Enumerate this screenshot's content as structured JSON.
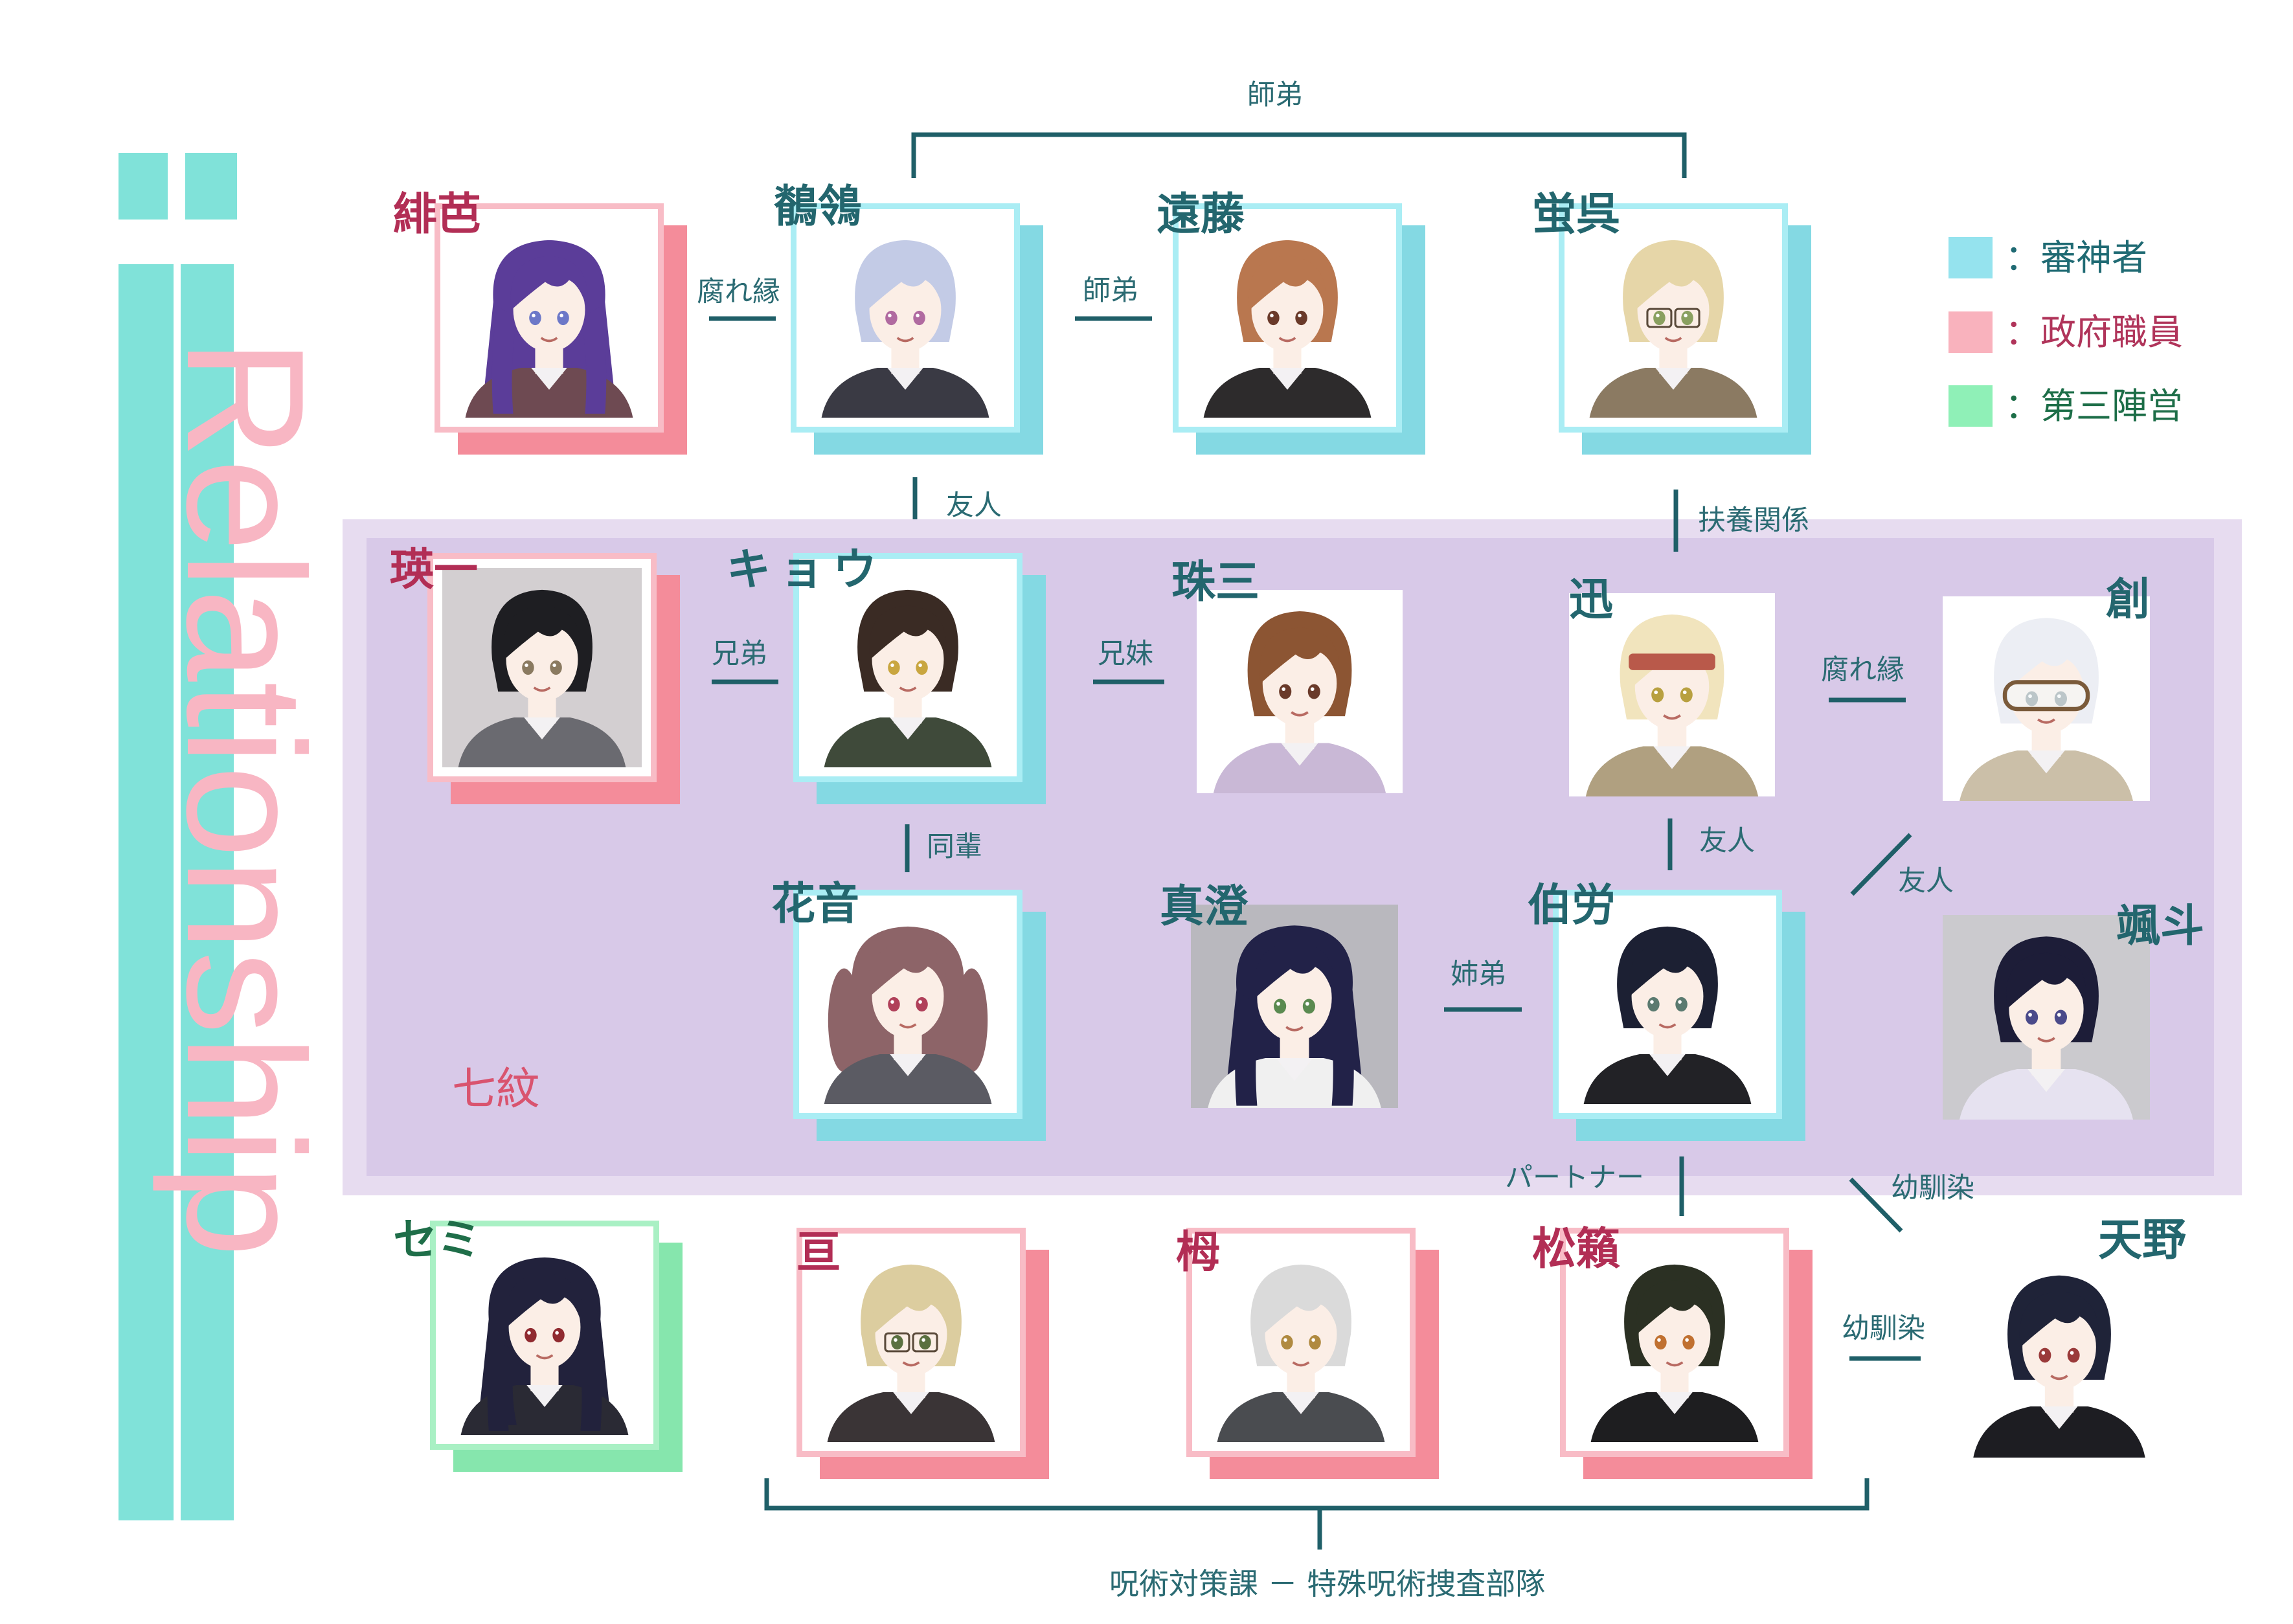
{
  "title": "Relationship",
  "palette": {
    "accent_bar": "#80e2d9",
    "title_pink": "#f8b6c3",
    "area_outer": "#e7dcf0",
    "area_inner": "#d8c9e8",
    "area_label": "#d9546f",
    "line": "#1f5f68",
    "label": "#2b6b73",
    "teal_back": "#84d9e3",
    "teal_edge": "#aaedf4",
    "pink_back": "#f48c9a",
    "pink_edge": "#f8bcc6",
    "green_back": "#86e6ad",
    "green_edge": "#a9f0c4",
    "teal_name": "#23666e",
    "pink_name": "#b22e55",
    "green_name": "#1f6e49"
  },
  "legend": {
    "items": [
      {
        "label": "：審神者",
        "color": "#95e3ee",
        "text_color": "#1f6a73"
      },
      {
        "label": "：政府職員",
        "color": "#f9b2bd",
        "text_color": "#b0345a"
      },
      {
        "label": "：第三陣営",
        "color": "#8ff0b7",
        "text_color": "#1d6e48"
      }
    ]
  },
  "faction_area": {
    "label": "七紋"
  },
  "top_bracket": {
    "label": "師弟"
  },
  "bottom_bracket": {
    "label": "呪術対策課 － 特殊呪術捜査部隊"
  },
  "characters": [
    {
      "name": "緋芭",
      "portrait": {
        "icon": "long-hair-avatar-icon",
        "hair": "#5b3d99",
        "outfit": "#6e4a52",
        "eye": "#6c78c8",
        "bg": "#ffffff"
      }
    },
    {
      "name": "鶺鴒",
      "portrait": {
        "icon": "short-hair-avatar-icon",
        "hair": "#c3cbe6",
        "outfit": "#3a3a44",
        "eye": "#b06aa0",
        "bg": "#ffffff"
      }
    },
    {
      "name": "遠藤",
      "portrait": {
        "icon": "short-hair-avatar-icon",
        "hair": "#b9774f",
        "outfit": "#2d2b2c",
        "eye": "#6a3a2a",
        "bg": "#ffffff"
      }
    },
    {
      "name": "蛍呉",
      "portrait": {
        "icon": "glasses-avatar-icon",
        "hair": "#e6d6a8",
        "outfit": "#8b7a62",
        "eye": "#8aa060",
        "bg": "#ffffff"
      }
    },
    {
      "name": "瑛一",
      "portrait": {
        "icon": "short-hair-avatar-icon",
        "hair": "#1e1e22",
        "outfit": "#6a6a70",
        "eye": "#8a7a60",
        "bg": "#d3cfd1"
      }
    },
    {
      "name": "キョウ",
      "portrait": {
        "icon": "short-hair-avatar-icon",
        "hair": "#3a2b24",
        "outfit": "#3f4a3a",
        "eye": "#c9a640",
        "bg": "#ffffff"
      }
    },
    {
      "name": "珠三",
      "portrait": {
        "icon": "short-hair-avatar-icon",
        "hair": "#8c5533",
        "outfit": "#c9b8d6",
        "eye": "#6a3a2a",
        "bg": "#ffffff"
      }
    },
    {
      "name": "迅",
      "portrait": {
        "icon": "headband-avatar-icon",
        "hair": "#f1e4bd",
        "outfit": "#b0a080",
        "eye": "#b8a040",
        "bg": "#ffffff",
        "accent": "#b9594a"
      }
    },
    {
      "name": "創",
      "portrait": {
        "icon": "goggles-avatar-icon",
        "hair": "#eceef4",
        "outfit": "#cbbfa8",
        "eye": "#6a7a80",
        "bg": "#ffffff",
        "accent": "#7a5a3a"
      }
    },
    {
      "name": "花音",
      "portrait": {
        "icon": "twin-tails-avatar-icon",
        "hair": "#8d6468",
        "outfit": "#5b5b63",
        "eye": "#b0405a",
        "bg": "#ffffff"
      }
    },
    {
      "name": "真澄",
      "portrait": {
        "icon": "long-hair-avatar-icon",
        "hair": "#222248",
        "outfit": "#f0f0f0",
        "eye": "#5a8a50",
        "bg": "#b9b8be"
      }
    },
    {
      "name": "伯労",
      "portrait": {
        "icon": "short-hair-avatar-icon",
        "hair": "#1c2033",
        "outfit": "#222226",
        "eye": "#5a7a70",
        "bg": "#ffffff"
      }
    },
    {
      "name": "颯斗",
      "portrait": {
        "icon": "short-hair-avatar-icon",
        "hair": "#1d1d38",
        "outfit": "#e6e2f0",
        "eye": "#4a4a8a",
        "bg": "#cbcace"
      }
    },
    {
      "name": "セミ",
      "portrait": {
        "icon": "braid-avatar-icon",
        "hair": "#22223c",
        "outfit": "#2a2a34",
        "eye": "#902a30",
        "bg": "#ffffff"
      }
    },
    {
      "name": "亘",
      "portrait": {
        "icon": "glasses-avatar-icon",
        "hair": "#dccd9f",
        "outfit": "#3a3436",
        "eye": "#5a7040",
        "bg": "#ffffff"
      }
    },
    {
      "name": "栂",
      "portrait": {
        "icon": "short-hair-avatar-icon",
        "hair": "#dadada",
        "outfit": "#4a4c50",
        "eye": "#b08a40",
        "bg": "#ffffff"
      }
    },
    {
      "name": "松籟",
      "portrait": {
        "icon": "short-hair-avatar-icon",
        "hair": "#2b3023",
        "outfit": "#1e1e20",
        "eye": "#c07030",
        "bg": "#ffffff"
      }
    },
    {
      "name": "天野",
      "portrait": {
        "icon": "short-hair-avatar-icon",
        "hair": "#1f2338",
        "outfit": "#1d1d22",
        "eye": "#9a3a3a",
        "bg": "#ffffff"
      }
    }
  ],
  "relations": [
    {
      "label": "腐れ縁"
    },
    {
      "label": "師弟"
    },
    {
      "label": "友人"
    },
    {
      "label": "扶養関係"
    },
    {
      "label": "兄弟"
    },
    {
      "label": "兄妹"
    },
    {
      "label": "腐れ縁"
    },
    {
      "label": "同輩"
    },
    {
      "label": "友人"
    },
    {
      "label": "友人"
    },
    {
      "label": "姉弟"
    },
    {
      "label": "パートナー"
    },
    {
      "label": "幼馴染"
    },
    {
      "label": "幼馴染"
    }
  ]
}
